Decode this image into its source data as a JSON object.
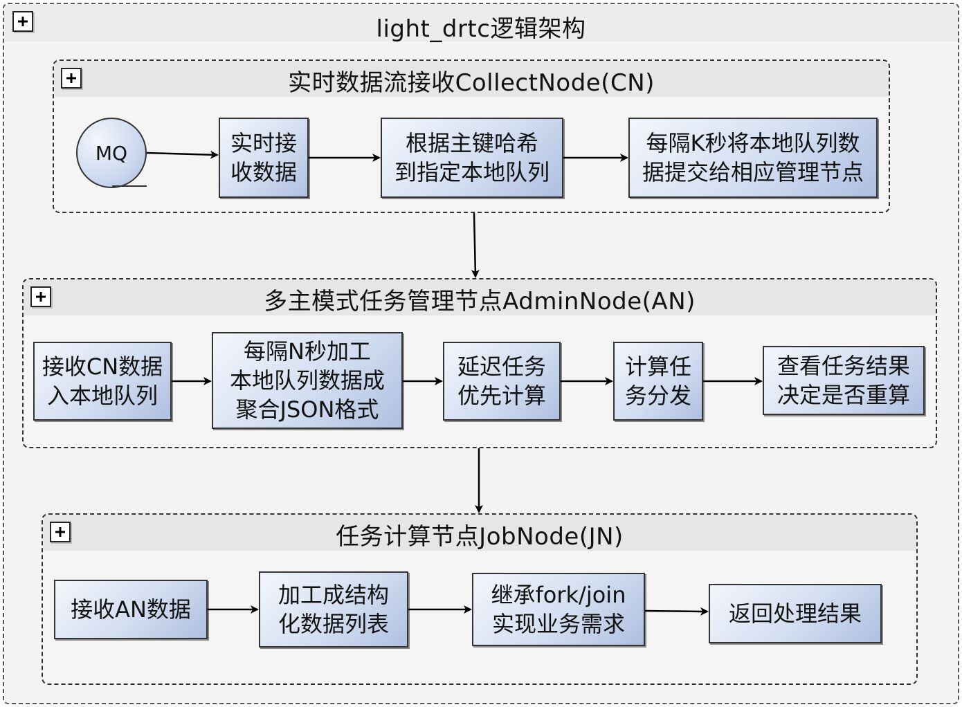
{
  "diagram": {
    "title": "light_drtc逻辑架构",
    "groups": {
      "cn": {
        "title": "实时数据流接收CollectNode(CN)",
        "mq_label": "MQ",
        "nodes": [
          "实时接\n收数据",
          "根据主键哈希\n到指定本地队列",
          "每隔K秒将本地队列数\n据提交给相应管理节点"
        ]
      },
      "an": {
        "title": "多主模式任务管理节点AdminNode(AN)",
        "nodes": [
          "接收CN数据\n入本地队列",
          "每隔N秒加工\n本地队列数据成\n聚合JSON格式",
          "延迟任务\n优先计算",
          "计算任\n务分发",
          "查看任务结果\n决定是否重算"
        ]
      },
      "jn": {
        "title": "任务计算节点JobNode(JN)",
        "nodes": [
          "接收AN数据",
          "加工成结构\n化数据列表",
          "继承fork/join\n实现业务需求",
          "返回处理结果"
        ]
      }
    },
    "icons": {
      "expand": "plus-box-icon",
      "process": "circle-process-icon"
    },
    "colors": {
      "node_fill_light": "#f3f6fc",
      "node_fill_dark": "#aebfe0",
      "border": "#333333",
      "background": "#f4f4f4"
    }
  }
}
